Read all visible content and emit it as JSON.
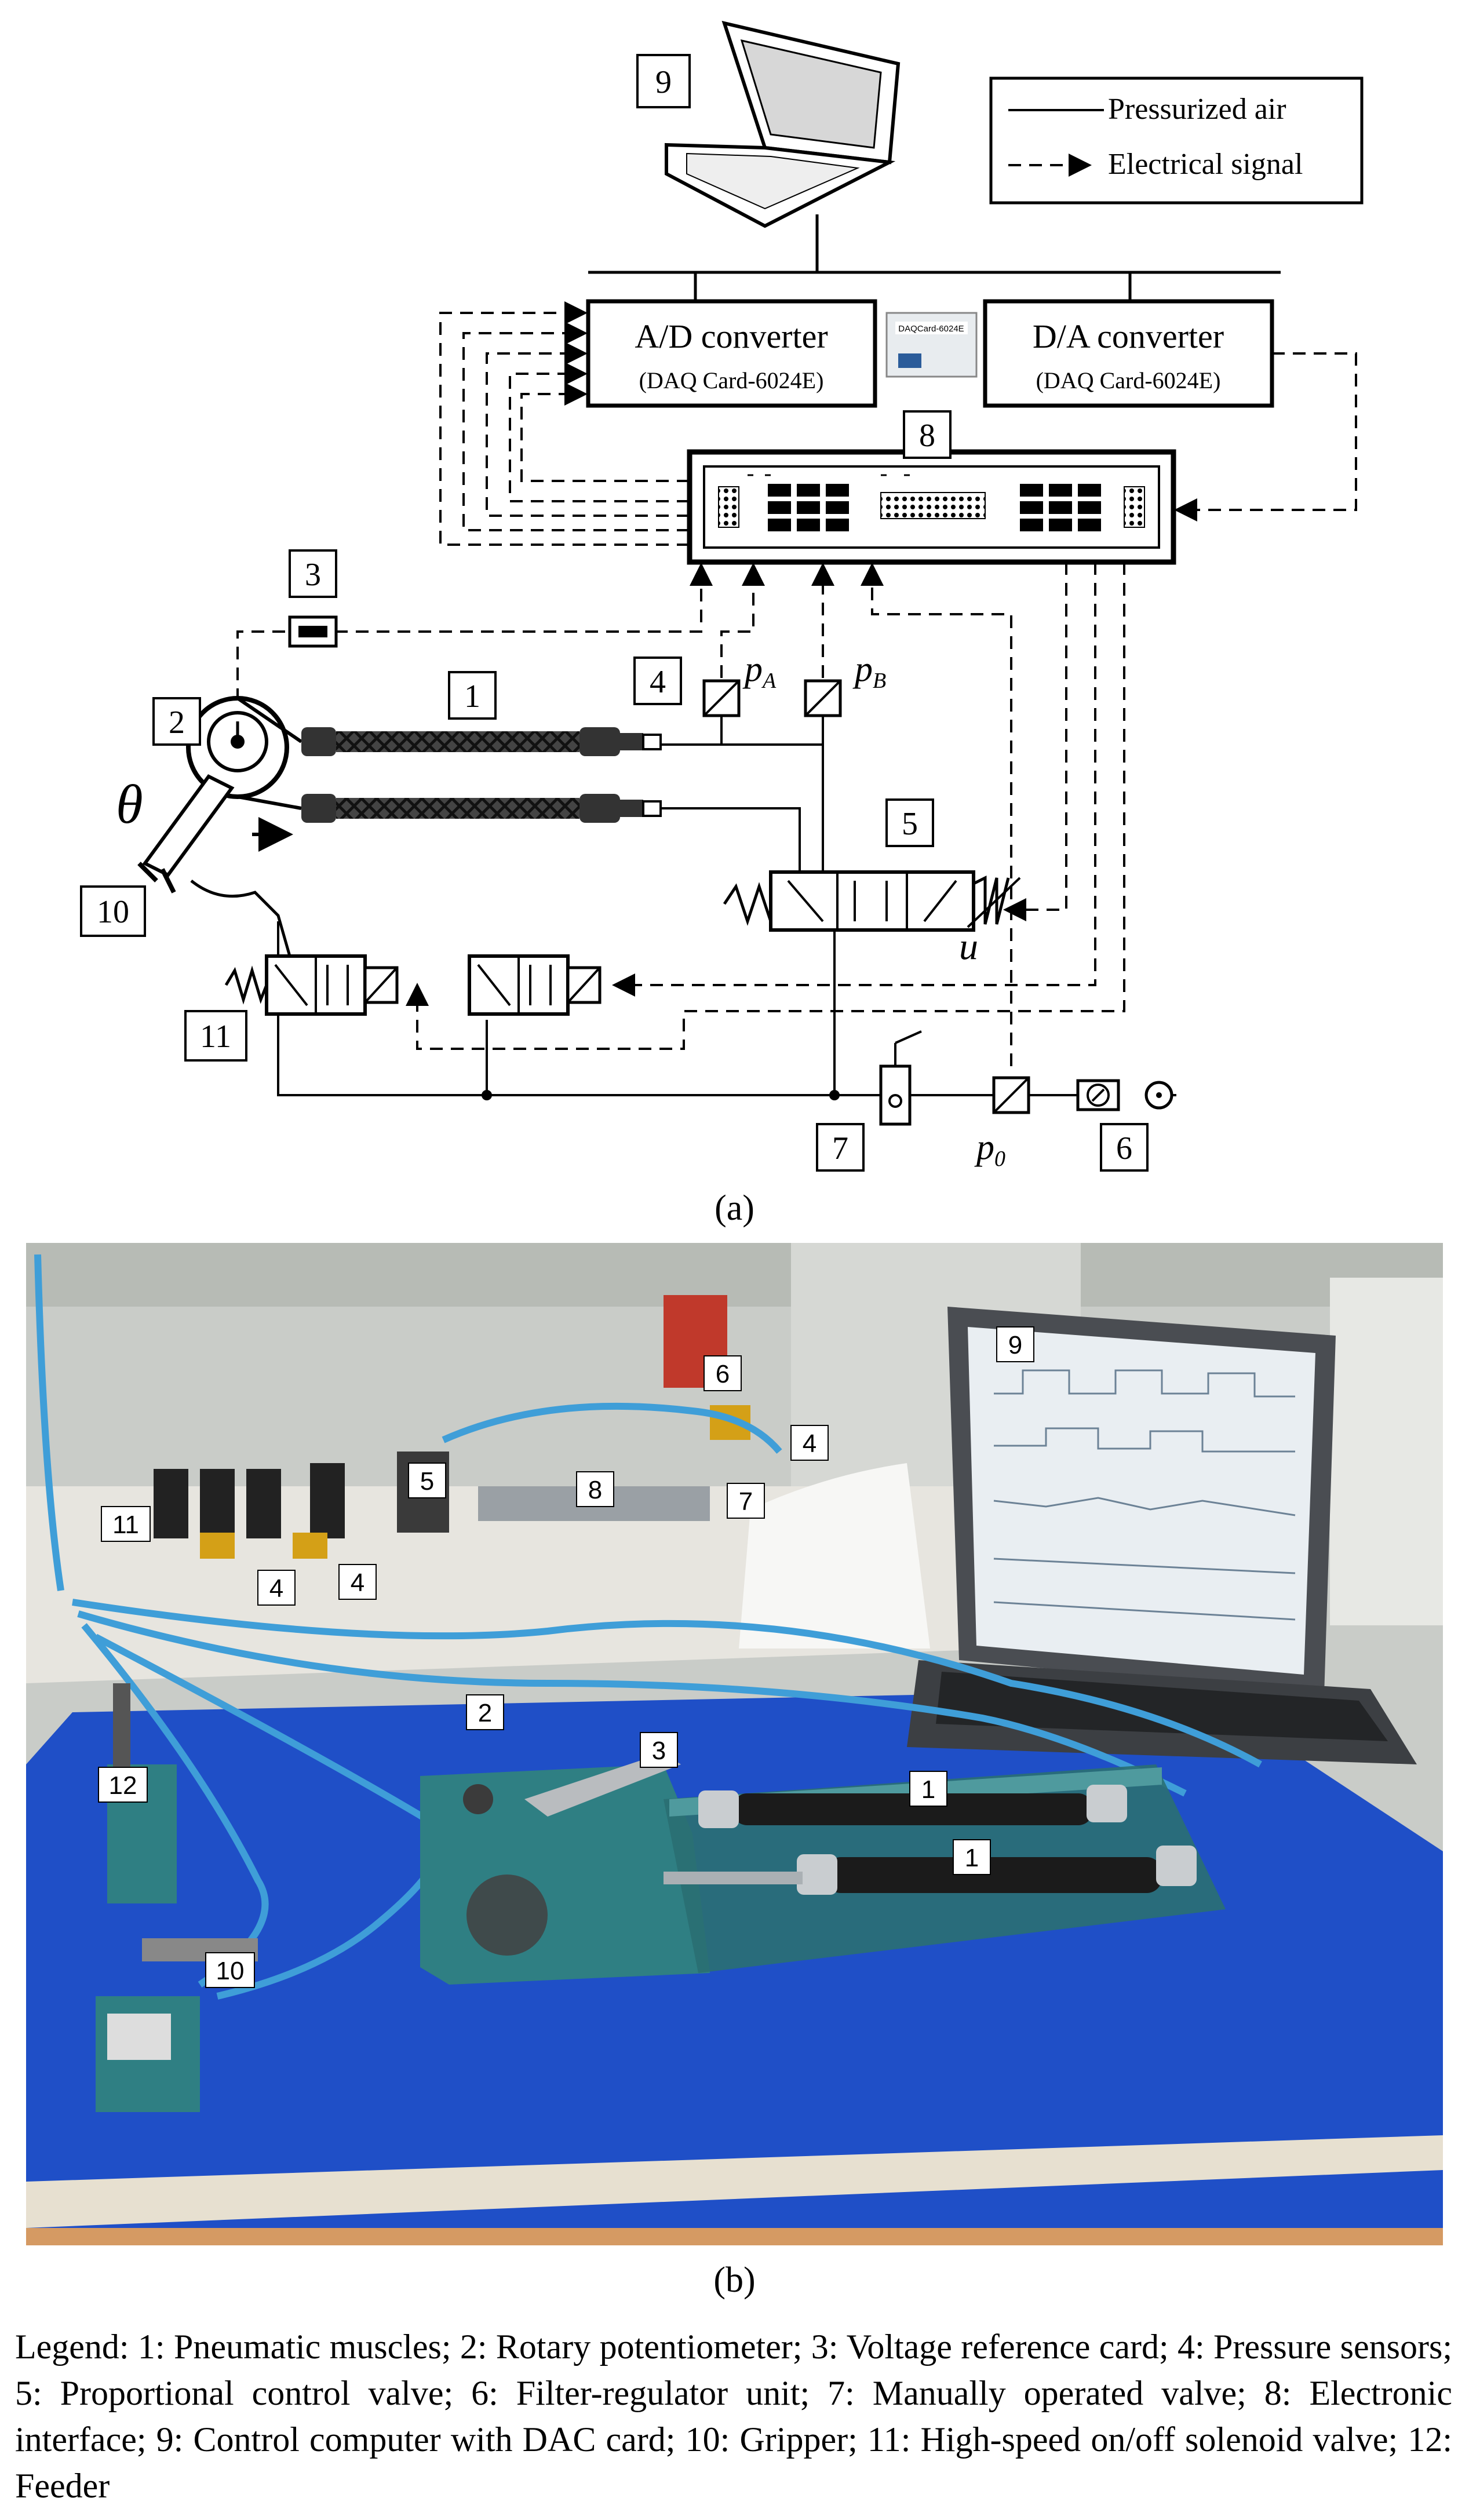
{
  "legend_box": {
    "air_label": "Pressurized air",
    "signal_label": "Electrical signal"
  },
  "schematic": {
    "ad_converter": {
      "title": "A/D converter",
      "subtitle": "(DAQ Card-6024E)"
    },
    "da_converter": {
      "title": "D/A converter",
      "subtitle": "(DAQ Card-6024E)"
    },
    "daq_card_text": "DAQCard-6024E",
    "numbers": [
      "1",
      "2",
      "3",
      "4",
      "5",
      "6",
      "7",
      "8",
      "9",
      "10",
      "11"
    ],
    "symbols": {
      "theta": "θ",
      "pA": "p",
      "pA_sub": "A",
      "pB": "p",
      "pB_sub": "B",
      "p0": "p",
      "p0_sub": "0",
      "u": "u"
    }
  },
  "photo": {
    "labels": [
      "1",
      "1",
      "2",
      "3",
      "4",
      "4",
      "4",
      "5",
      "6",
      "7",
      "8",
      "9",
      "10",
      "11",
      "12"
    ]
  },
  "captions": {
    "a": "(a)",
    "b": "(b)"
  },
  "legend_text": "Legend: 1: Pneumatic muscles; 2: Rotary potentiometer; 3: Voltage reference card; 4: Pressure sensors; 5: Proportional control valve; 6: Filter-regulator unit; 7: Manually operated valve; 8: Electronic interface; 9: Control computer with DAC card; 10: Gripper; 11: High-speed on/off solenoid valve; 12: Feeder",
  "colors": {
    "line": "#000000",
    "table_blue": "#1f4fc7",
    "machine_teal": "#2f7f83",
    "tube_blue": "#3f9ed8",
    "muscle_black": "#1b1b1b",
    "wood": "#d59a63",
    "laptop_gray": "#4a4d52",
    "screen_white": "#e9eef2"
  }
}
